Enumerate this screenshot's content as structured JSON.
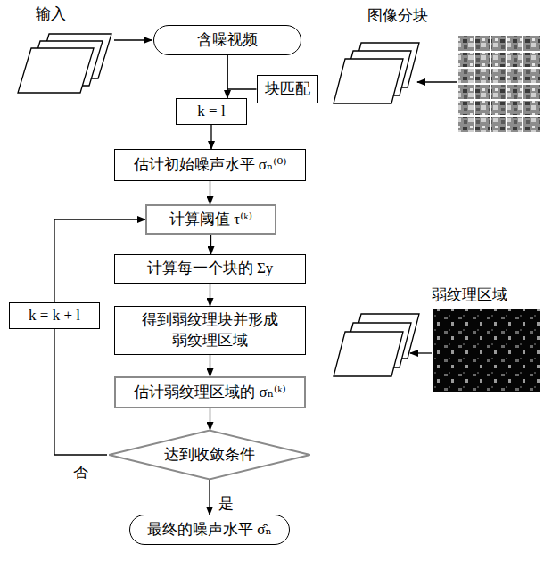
{
  "diagram": {
    "nodes": [
      {
        "text": [
          "含噪视频"
        ]
      },
      {
        "text": [
          "块匹配"
        ]
      },
      {
        "text": [
          "k = l"
        ]
      },
      {
        "text": [
          "估计初始噪声水平 σₙ⁽⁰⁾"
        ]
      },
      {
        "text": [
          "计算阈值 τ⁽ᵏ⁾"
        ]
      },
      {
        "text": [
          "计算每一个块的 Σy"
        ]
      },
      {
        "text": [
          "得到弱纹理块并形成 弱纹理区域"
        ]
      },
      {
        "text": [
          "估计弱纹理区域的 σₙ⁽ᵏ⁾"
        ]
      },
      {
        "text": [
          "达到收敛条件"
        ]
      },
      {
        "text": [
          "k = k + l"
        ]
      },
      {
        "text": [
          "最终的噪声水平 σ̂ₙ"
        ]
      }
    ],
    "edges": [
      {
        "from": 0,
        "to": 2,
        "arrow": "to"
      },
      {
        "from": 0,
        "to": 1,
        "arrow": "none"
      },
      {
        "from": 2,
        "to": 3,
        "arrow": "to"
      },
      {
        "from": 3,
        "to": 4,
        "arrow": "to"
      },
      {
        "from": 4,
        "to": 5,
        "arrow": "to"
      },
      {
        "from": 5,
        "to": 6,
        "arrow": "to"
      },
      {
        "from": 6,
        "to": 7,
        "arrow": "to"
      },
      {
        "from": 7,
        "to": 8,
        "arrow": "to"
      },
      {
        "from": 8,
        "to": 10,
        "arrow": "to",
        "label": "是"
      },
      {
        "from": 8,
        "to": 9,
        "arrow": "none",
        "label": "否"
      },
      {
        "from": 9,
        "to": 4,
        "arrow": "to"
      }
    ],
    "labels": [
      "输入",
      "图像分块",
      "弱纹理区域"
    ]
  }
}
